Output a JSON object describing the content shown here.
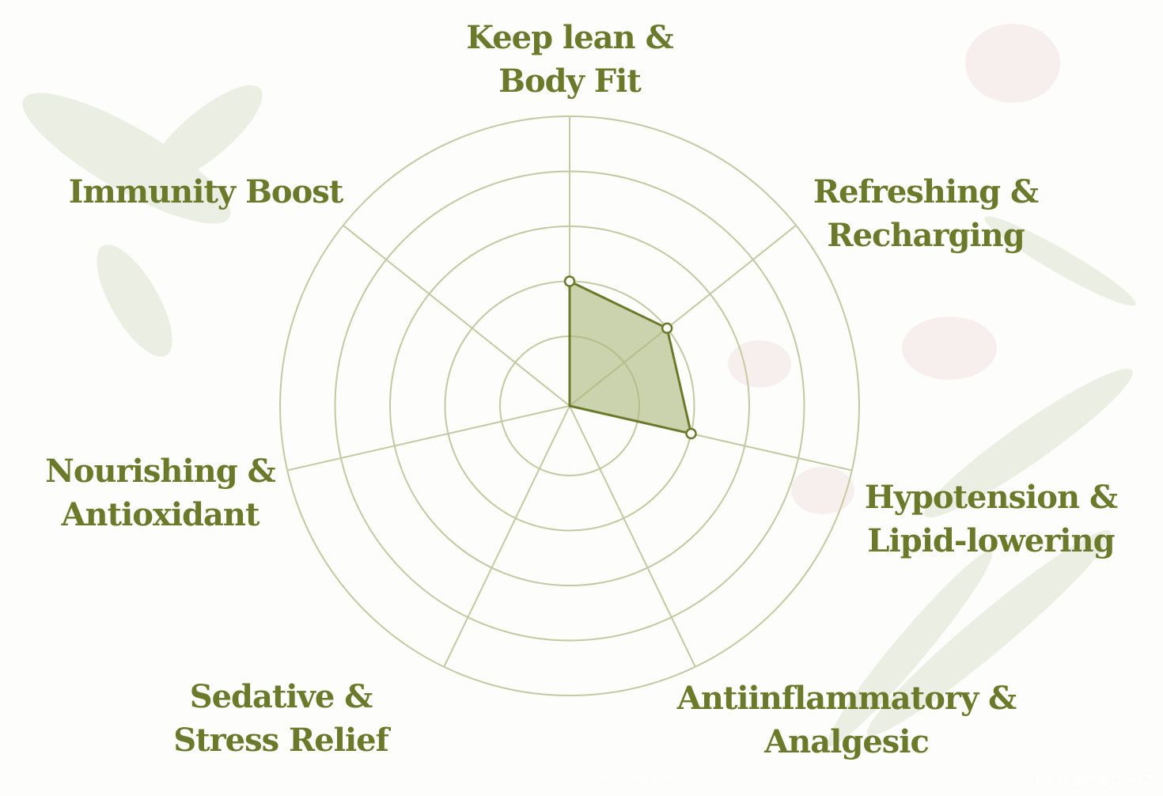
{
  "chart_data": {
    "type": "radar",
    "title": "",
    "axes": [
      [
        "Keep lean &",
        "Body Fit"
      ],
      [
        "Refreshing &",
        "Recharging"
      ],
      [
        "Hypotension &",
        "Lipid-lowering"
      ],
      [
        "Antiinflammatory &",
        "Analgesic"
      ],
      [
        "Sedative &",
        "Stress Relief"
      ],
      [
        "Nourishing &",
        "Antioxidant"
      ],
      [
        "Immunity Boost"
      ]
    ],
    "series": [
      {
        "name": "",
        "values": [
          2,
          2,
          2,
          0,
          0,
          0,
          0
        ]
      }
    ],
    "rmin": 0,
    "rmax": 5,
    "ring_levels": [
      1,
      2,
      3,
      4,
      5
    ],
    "grid": true,
    "colors": {
      "line": "#6b7a2a",
      "fill": "#a9b77a",
      "grid": "#c3c9a0",
      "label": "#6b7a2a"
    }
  },
  "watermarks": [
    "www.nipic.com",
    "By xinglong11 No.2"
  ]
}
